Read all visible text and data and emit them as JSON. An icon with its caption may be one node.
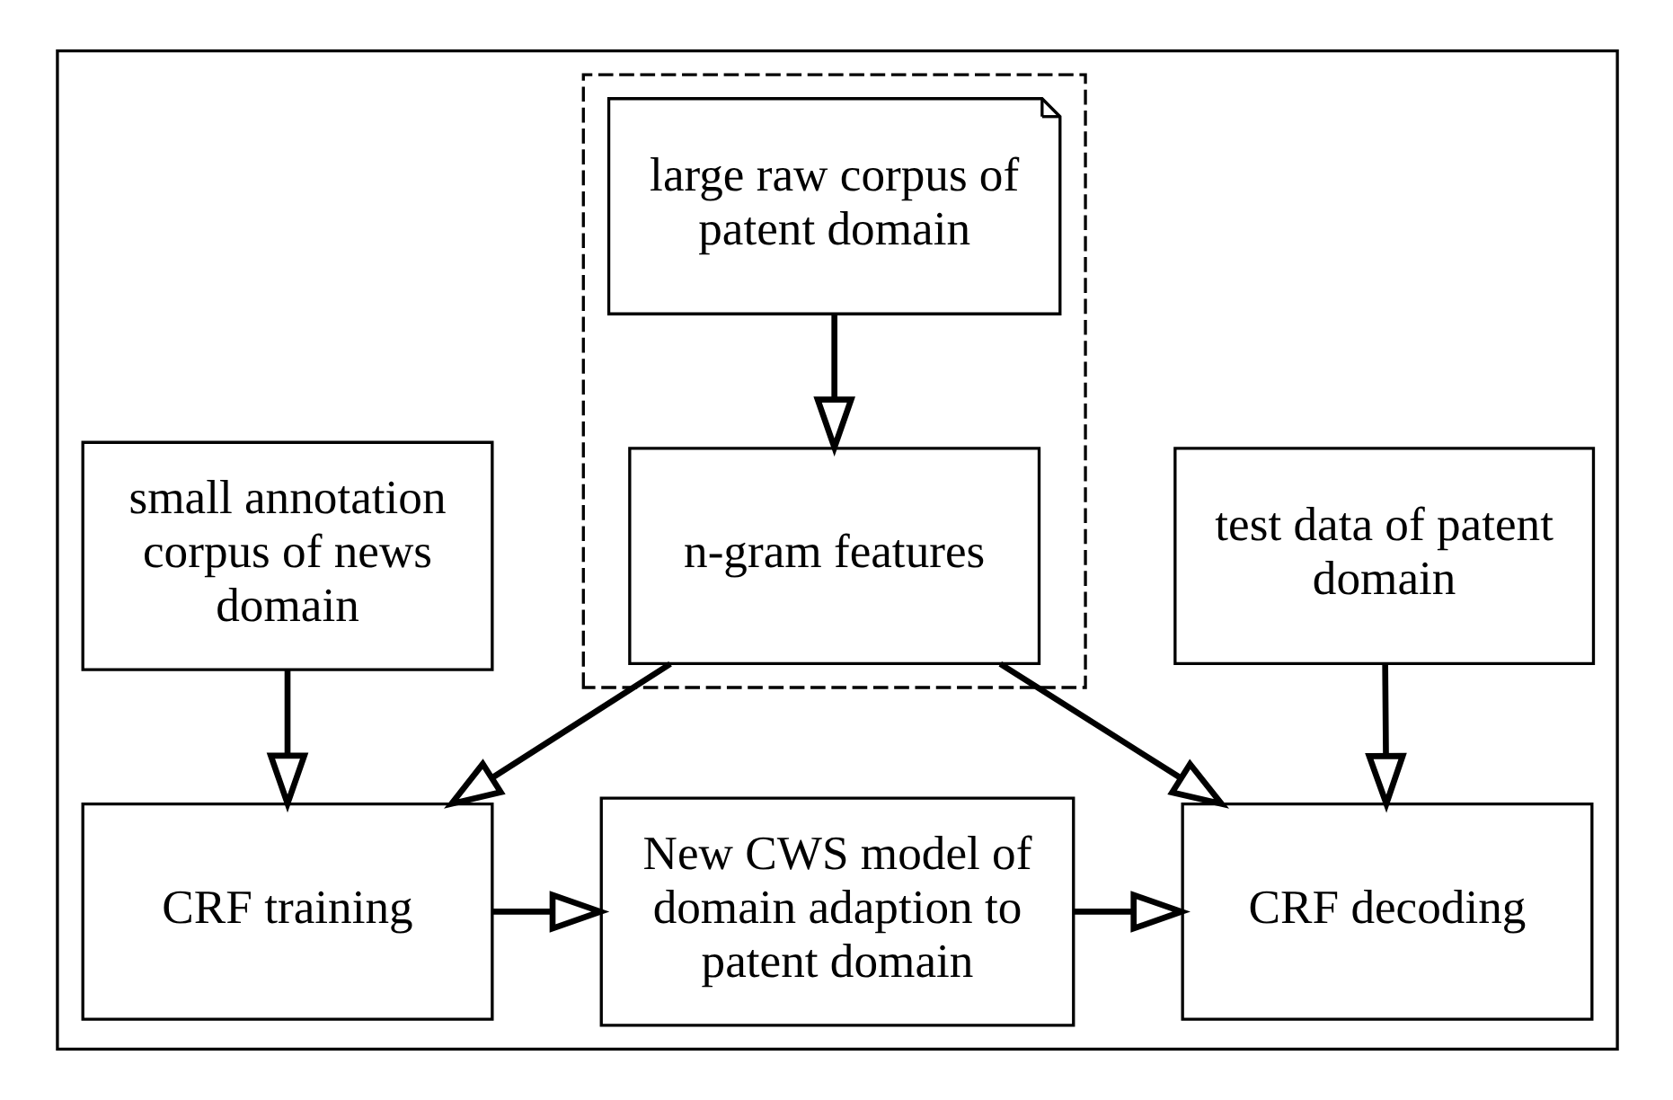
{
  "diagram": {
    "nodes": [
      {
        "text": [],
        "shape": "box"
      },
      {
        "text": [],
        "shape": "box",
        "in": 0
      },
      {
        "text": [
          "large raw corpus of patent domain"
        ],
        "in": 1
      },
      {
        "text": [
          "n-gram features"
        ],
        "in": 1
      },
      {
        "text": [
          "small annotation corpus of news domain"
        ],
        "in": 0
      },
      {
        "text": [
          "test data of patent domain"
        ],
        "in": 0
      },
      {
        "text": [
          "CRF training"
        ],
        "in": 0
      },
      {
        "text": [
          "New CWS model of domain adaption to patent domain"
        ],
        "in": 0
      },
      {
        "text": [
          "CRF decoding"
        ],
        "in": 0
      }
    ],
    "edges": [
      {
        "from": 2,
        "to": 3,
        "arrow": "to"
      },
      {
        "from": 4,
        "to": 6,
        "arrow": "to"
      },
      {
        "from": 3,
        "to": 6,
        "arrow": "to"
      },
      {
        "from": 3,
        "to": 8,
        "arrow": "to"
      },
      {
        "from": 5,
        "to": 8,
        "arrow": "to"
      },
      {
        "from": 6,
        "to": 7,
        "arrow": "to"
      },
      {
        "from": 7,
        "to": 8,
        "arrow": "to"
      }
    ]
  }
}
